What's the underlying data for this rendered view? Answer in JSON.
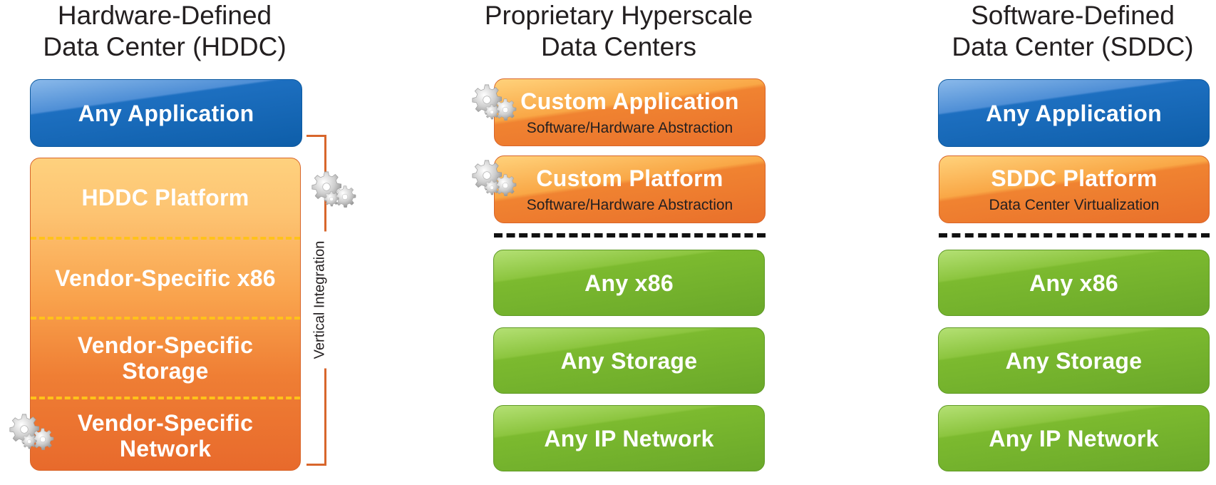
{
  "columns": {
    "hddc": {
      "title": [
        "Hardware-Defined",
        "Data Center (HDDC)"
      ],
      "app": "Any Application",
      "layers": [
        {
          "label": [
            "HDDC Platform"
          ]
        },
        {
          "label": [
            "Vendor-Specific x86"
          ]
        },
        {
          "label": [
            "Vendor-Specific",
            "Storage"
          ]
        },
        {
          "label": [
            "Vendor-Specific",
            "Network"
          ]
        }
      ],
      "bracket_label": "Vertical Integration"
    },
    "hyperscale": {
      "title": [
        "Proprietary Hyperscale",
        "Data Centers"
      ],
      "top": [
        {
          "main": "Custom Application",
          "sub": "Software/Hardware Abstraction"
        },
        {
          "main": "Custom Platform",
          "sub": "Software/Hardware Abstraction"
        }
      ],
      "bottom": [
        "Any x86",
        "Any Storage",
        "Any IP Network"
      ]
    },
    "sddc": {
      "title": [
        "Software-Defined",
        "Data Center (SDDC)"
      ],
      "app": "Any Application",
      "platform": {
        "main": "SDDC Platform",
        "sub": "Data Center Virtualization"
      },
      "bottom": [
        "Any x86",
        "Any Storage",
        "Any IP Network"
      ]
    }
  },
  "colors": {
    "blue": "#0e5ea9",
    "orange": "#e9702b",
    "green": "#7cba2f",
    "bracket": "#d8662c",
    "dash_yellow": "#ffc21a"
  },
  "icons": [
    "gear-icon"
  ]
}
